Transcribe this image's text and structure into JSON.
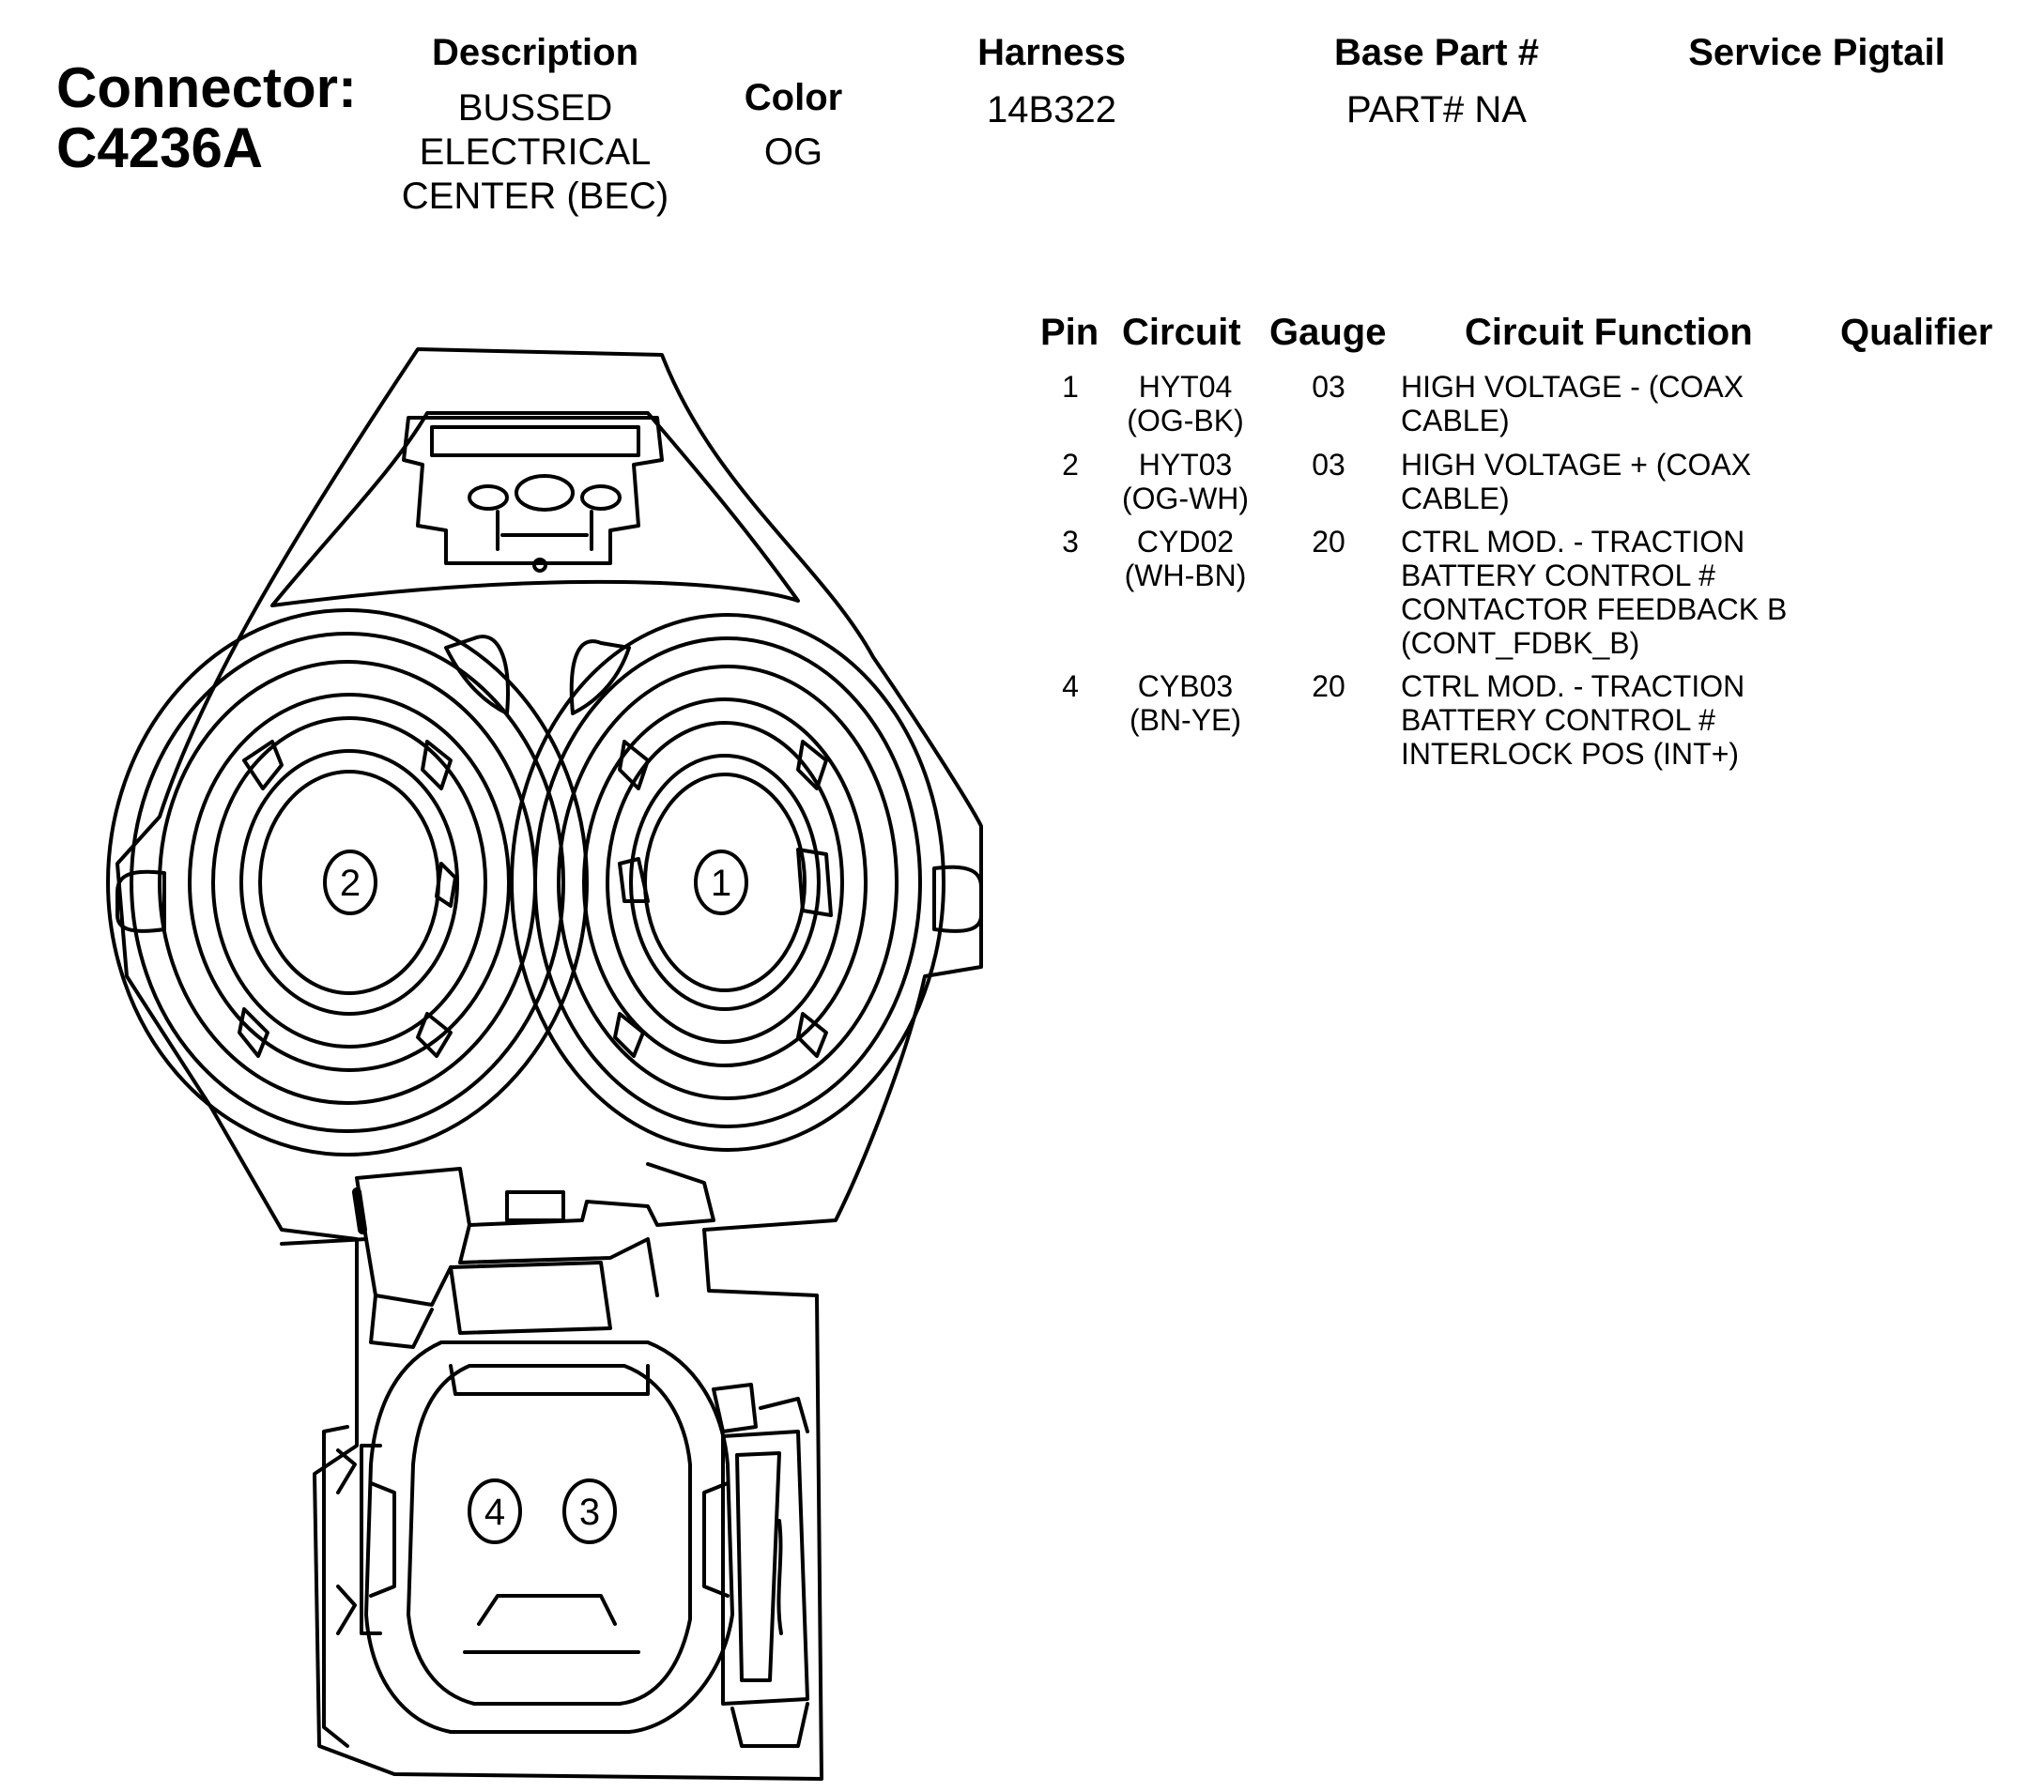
{
  "connector": {
    "label": "Connector:",
    "id": "C4236A"
  },
  "header": {
    "description_label": "Description",
    "description_lines": [
      "BUSSED",
      "ELECTRICAL",
      "CENTER (BEC)"
    ],
    "color_label": "Color",
    "color_value": "OG",
    "harness_label": "Harness",
    "harness_value": "14B322",
    "base_part_label": "Base Part #",
    "base_part_value": "PART# NA",
    "service_pigtail_label": "Service Pigtail"
  },
  "table": {
    "columns": [
      "Pin",
      "Circuit",
      "Gauge",
      "Circuit Function",
      "Qualifier"
    ],
    "rows": [
      {
        "pin": "1",
        "circuit": [
          "HYT04",
          "(OG-BK)"
        ],
        "gauge": "03",
        "function": [
          "HIGH VOLTAGE - (COAX",
          "CABLE)"
        ],
        "qualifier": ""
      },
      {
        "pin": "2",
        "circuit": [
          "HYT03",
          "(OG-WH)"
        ],
        "gauge": "03",
        "function": [
          "HIGH VOLTAGE + (COAX",
          "CABLE)"
        ],
        "qualifier": ""
      },
      {
        "pin": "3",
        "circuit": [
          "CYD02",
          "(WH-BN)"
        ],
        "gauge": "20",
        "function": [
          "CTRL MOD. - TRACTION",
          "BATTERY CONTROL #",
          "CONTACTOR FEEDBACK B",
          "(CONT_FDBK_B)"
        ],
        "qualifier": ""
      },
      {
        "pin": "4",
        "circuit": [
          "CYB03",
          "(BN-YE)"
        ],
        "gauge": "20",
        "function": [
          "CTRL MOD. - TRACTION",
          "BATTERY CONTROL #",
          "INTERLOCK POS (INT+)"
        ],
        "qualifier": ""
      }
    ]
  },
  "diagram": {
    "pin_labels": [
      "1",
      "2",
      "3",
      "4"
    ],
    "line_color": "#000000"
  }
}
